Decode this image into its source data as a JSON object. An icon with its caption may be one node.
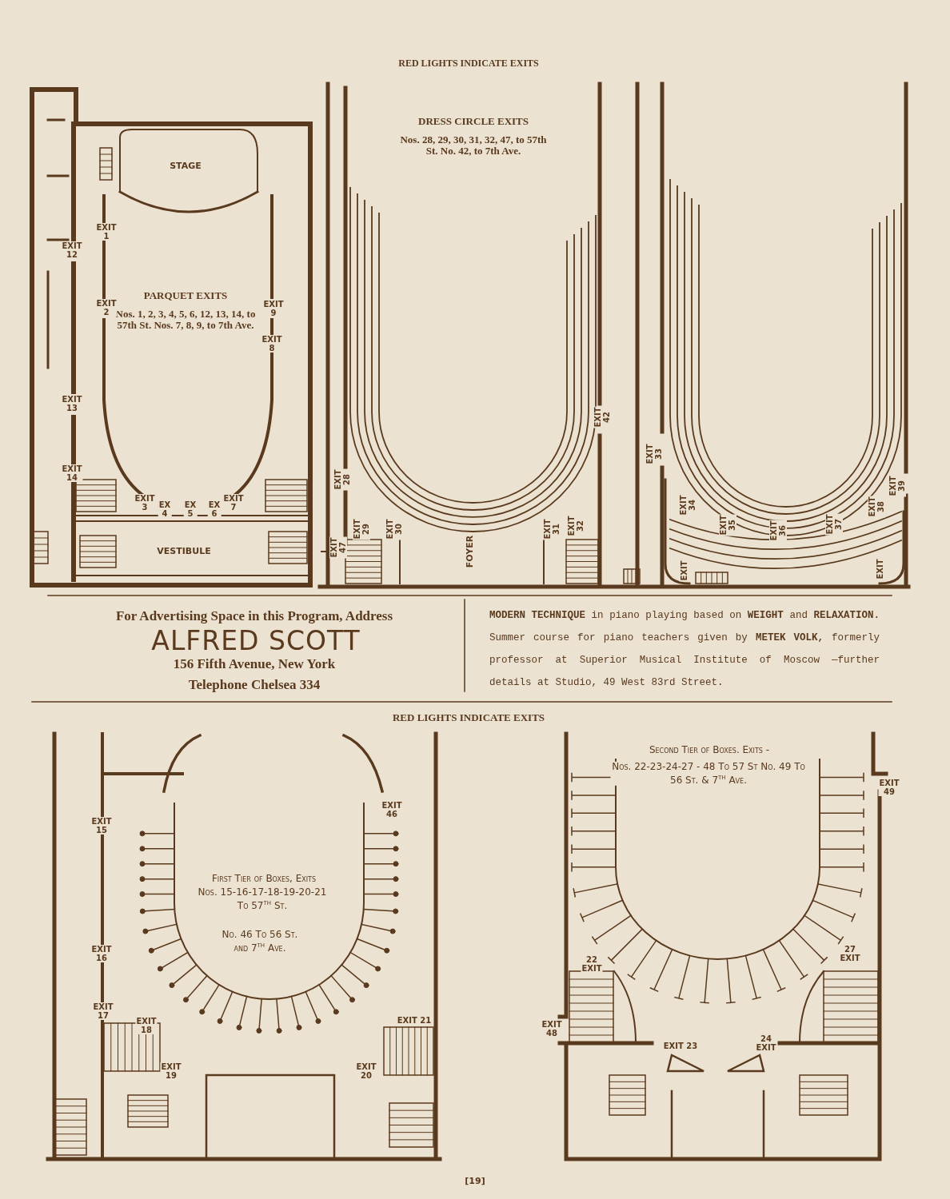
{
  "diagram": {
    "title": "RED LIGHTS INDICATE EXITS",
    "labels": [
      "STAGE",
      "EXIT 1",
      "EXIT 12",
      "PARQUET EXITS",
      "Nos. 1, 2, 3, 4, 5, 6, 12, 13, 14, to 57th St. Nos. 7, 8, 9, to 7th Ave.",
      "EXIT 2",
      "EXIT 9",
      "EXIT 8",
      "EXIT 13",
      "EXIT 14",
      "EXIT 3",
      "EX 4",
      "EX 5",
      "EX 6",
      "EXIT 7",
      "VESTIBULE",
      "DRESS CIRCLE EXITS",
      "Nos. 28, 29, 30, 31, 32, 47, to 57th St. No. 42, to 7th Ave.",
      "EXIT 42",
      "EXIT 28",
      "EXIT 33",
      "EXIT 47",
      "EXIT 29",
      "EXIT 30",
      "FOYER",
      "EXIT 31",
      "EXIT 32",
      "EXIT 34",
      "EXIT 35",
      "EXIT 36",
      "EXIT 37",
      "EXIT 38",
      "EXIT 39",
      "EXIT",
      "EXIT",
      "For Advertising Space in this Program, Address",
      "ALFRED SCOTT",
      "156 Fifth Avenue, New York",
      "Telephone Chelsea 334",
      "**MODERN TECHNIQUE** in piano playing based on **WEIGHT** and **RELAXATION.** Summer course for piano teachers given by **METEK VOLK,** formerly professor at Superior Musical Institute of Moscow —further details at Studio, 49 West 83rd Street.",
      "RED LIGHTS INDICATE EXITS",
      "EXIT 15",
      "EXIT 46",
      "First Tier of Boxes, Exits",
      "Nos. 15-16-17-18-19-20-21 To 57$^{th}$ St.",
      "No. 46 To 56 St. and 7$^{th}$ Ave.",
      "EXIT 16",
      "EXIT 17",
      "EXIT 18",
      "EXIT 19",
      "EXIT 21",
      "EXIT 20",
      "Second Tier of Boxes. Exits -",
      "Nos. 22-23-24-27 - 48 To 57 St No. 49 To 56 St. & 7$^{th}$ Ave.",
      "EXIT 49",
      "22 EXIT",
      "27 EXIT",
      "EXIT 48",
      "EXIT 23",
      "24 EXIT",
      "[19]"
    ]
  }
}
